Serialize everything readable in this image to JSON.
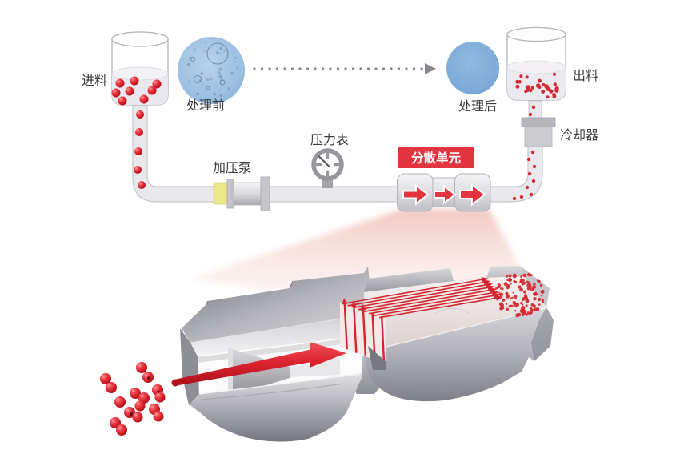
{
  "labels": {
    "feed": "进料",
    "before": "处理前",
    "after": "处理后",
    "output": "出料",
    "cooler": "冷却器",
    "pump": "加压泵",
    "gauge": "压力表",
    "dispersion": "分散单元"
  },
  "colors": {
    "accent_red": "#e23540",
    "deep_red": "#d6252e",
    "pipe_fill": "#e9e9ed",
    "pipe_stroke": "#c6c6cc",
    "label_text": "#3c3c3e",
    "sample_blue": "#84b1dc",
    "pump_yellow": "#ebe68a"
  }
}
